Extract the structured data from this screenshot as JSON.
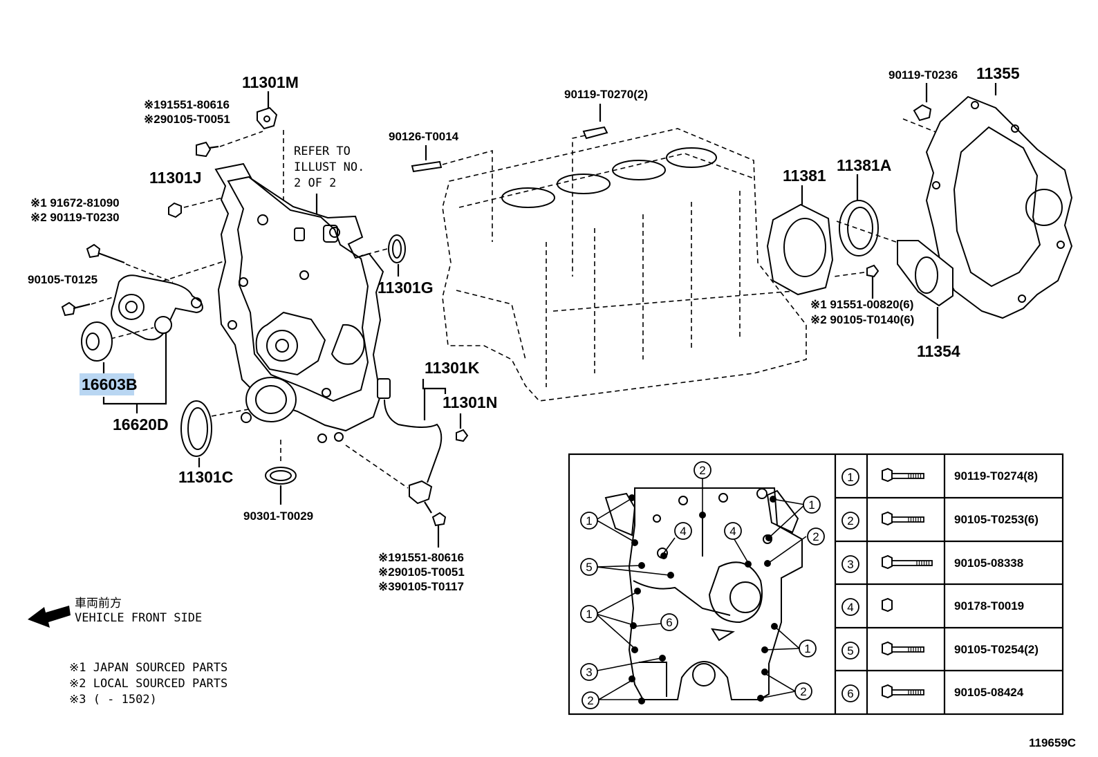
{
  "labels": {
    "p11301M": "11301M",
    "n1_91551_80616_a": "※191551-80616",
    "n2_90105_T0051_a": "※290105-T0051",
    "p11301J": "11301J",
    "refer1": "REFER TO",
    "refer2": "ILLUST NO.",
    "refer3": "2 OF 2",
    "n1_91672_81090": "※1 91672-81090",
    "n2_90119_T0230": "※2 90119-T0230",
    "p90105_T0125": "90105-T0125",
    "p16603B": "16603B",
    "p16620D": "16620D",
    "p11301C": "11301C",
    "p11301G": "11301G",
    "p90301_T0029": "90301-T0029",
    "p90126_T0014": "90126-T0014",
    "p90119_T0270": "90119-T0270(2)",
    "p11301K": "11301K",
    "p11301N": "11301N",
    "n1_91551_80616_b": "※191551-80616",
    "n2_90105_T0051_b": "※290105-T0051",
    "n3_90105_T0117": "※390105-T0117",
    "p11381": "11381",
    "p11381A": "11381A",
    "p90119_T0236": "90119-T0236",
    "p11355": "11355",
    "n1_91551_00820": "※1 91551-00820(6)",
    "n2_90105_T0140": "※2 90105-T0140(6)",
    "p11354": "11354",
    "front_jp": "車両前方",
    "front_en": "VEHICLE FRONT SIDE",
    "legend1": "※1 JAPAN SOURCED PARTS",
    "legend2": "※2 LOCAL SOURCED PARTS",
    "legend3": "※3 (       - 1502)",
    "illus_no": "119659C"
  },
  "inset_callouts": [
    "1",
    "1",
    "2",
    "2",
    "4",
    "4",
    "5",
    "2",
    "1",
    "6",
    "1",
    "3",
    "2",
    "2"
  ],
  "bolt_table": [
    {
      "num": "1",
      "part": "90119-T0274(8)",
      "icon": "long-bolt-icon"
    },
    {
      "num": "2",
      "part": "90105-T0253(6)",
      "icon": "long-bolt-icon"
    },
    {
      "num": "3",
      "part": "90105-08338",
      "icon": "extra-long-bolt-icon"
    },
    {
      "num": "4",
      "part": "90178-T0019",
      "icon": "nut-icon"
    },
    {
      "num": "5",
      "part": "90105-T0254(2)",
      "icon": "long-bolt-icon"
    },
    {
      "num": "6",
      "part": "90105-08424",
      "icon": "long-bolt-icon"
    }
  ]
}
